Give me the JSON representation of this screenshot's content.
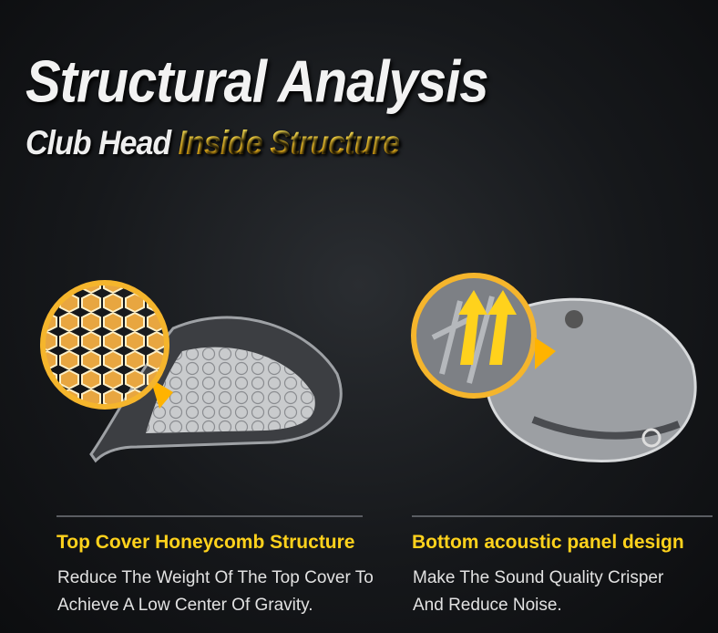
{
  "title": "Structural Analysis",
  "subtitle": {
    "part1": "Club Head",
    "part2": "Inside Structure"
  },
  "features": [
    {
      "heading": "Top Cover Honeycomb Structure",
      "lines": [
        "Reduce The Weight Of The Top Cover To",
        "Achieve A Low Center Of Gravity."
      ]
    },
    {
      "heading": "Bottom acoustic panel design",
      "lines": [
        "Make The Sound Quality Crisper",
        "And Reduce Noise."
      ]
    }
  ],
  "colors": {
    "accent": "#ffd21c",
    "background": "#16181b"
  }
}
